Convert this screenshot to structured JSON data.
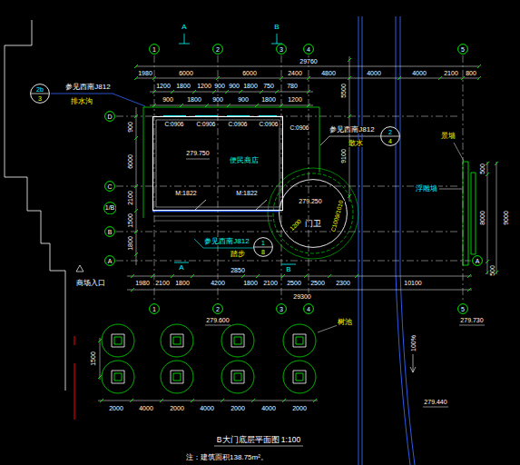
{
  "diagram": {
    "title": "B大门底层平面图 1:100",
    "caption": "注：建筑面积138.75m²。",
    "nodes": [
      {
        "text": [
          "1"
        ]
      },
      {
        "text": [
          "2"
        ]
      },
      {
        "text": [
          "3"
        ]
      },
      {
        "text": [
          "4"
        ]
      },
      {
        "text": [
          "5"
        ]
      },
      {
        "text": [
          "2b",
          "3"
        ]
      },
      {
        "text": [
          "D"
        ]
      },
      {
        "text": [
          "便民商店"
        ]
      },
      {
        "text": [
          "2",
          "4"
        ]
      },
      {
        "text": [
          "C"
        ]
      },
      {
        "text": [
          "1/B"
        ]
      },
      {
        "text": [
          "门卫"
        ]
      },
      {
        "text": [
          "B"
        ]
      },
      {
        "text": [
          "1",
          "8"
        ]
      },
      {
        "text": [
          "A"
        ]
      },
      {
        "text": [
          "A"
        ]
      },
      {
        "text": [
          "1"
        ]
      },
      {
        "text": [
          "2"
        ]
      },
      {
        "text": [
          "3"
        ]
      },
      {
        "text": [
          "4"
        ]
      },
      {
        "text": [
          "5"
        ]
      }
    ],
    "labels": [
      "A",
      "B",
      "29760",
      "1980",
      "6000",
      "6000",
      "2400",
      "4800",
      "4000",
      "4000",
      "2100",
      "800",
      "1200",
      "1800",
      "1200",
      "900",
      "900",
      "1800",
      "750",
      "780",
      "900",
      "1800",
      "900",
      "900",
      "1800",
      "1200",
      "900",
      "6000",
      "2100",
      "1500",
      "1800",
      "5500",
      "9100",
      "500",
      "8000",
      "500",
      "9000",
      "1980",
      "2100",
      "1800",
      "4200",
      "1800",
      "2100",
      "2500",
      "2500",
      "2300",
      "10100",
      "2850",
      "29300",
      "279.750",
      "279.250",
      "279.600",
      "279.730",
      "279.440",
      "C:0906",
      "C:0906",
      "C:0906",
      "C:0906",
      "C:0906",
      "M:1822",
      "M:1822",
      "C1009/1010",
      "1200",
      "参见西南J812",
      "排水沟",
      "参见西南J812",
      "散水",
      "参见西南J812",
      "踏步",
      "景墙",
      "浮雕墙",
      "树池",
      "商场入口",
      "100%",
      "1500",
      "2000",
      "4000",
      "2000",
      "4000",
      "2000",
      "4000",
      "2000",
      "A",
      "B"
    ]
  }
}
